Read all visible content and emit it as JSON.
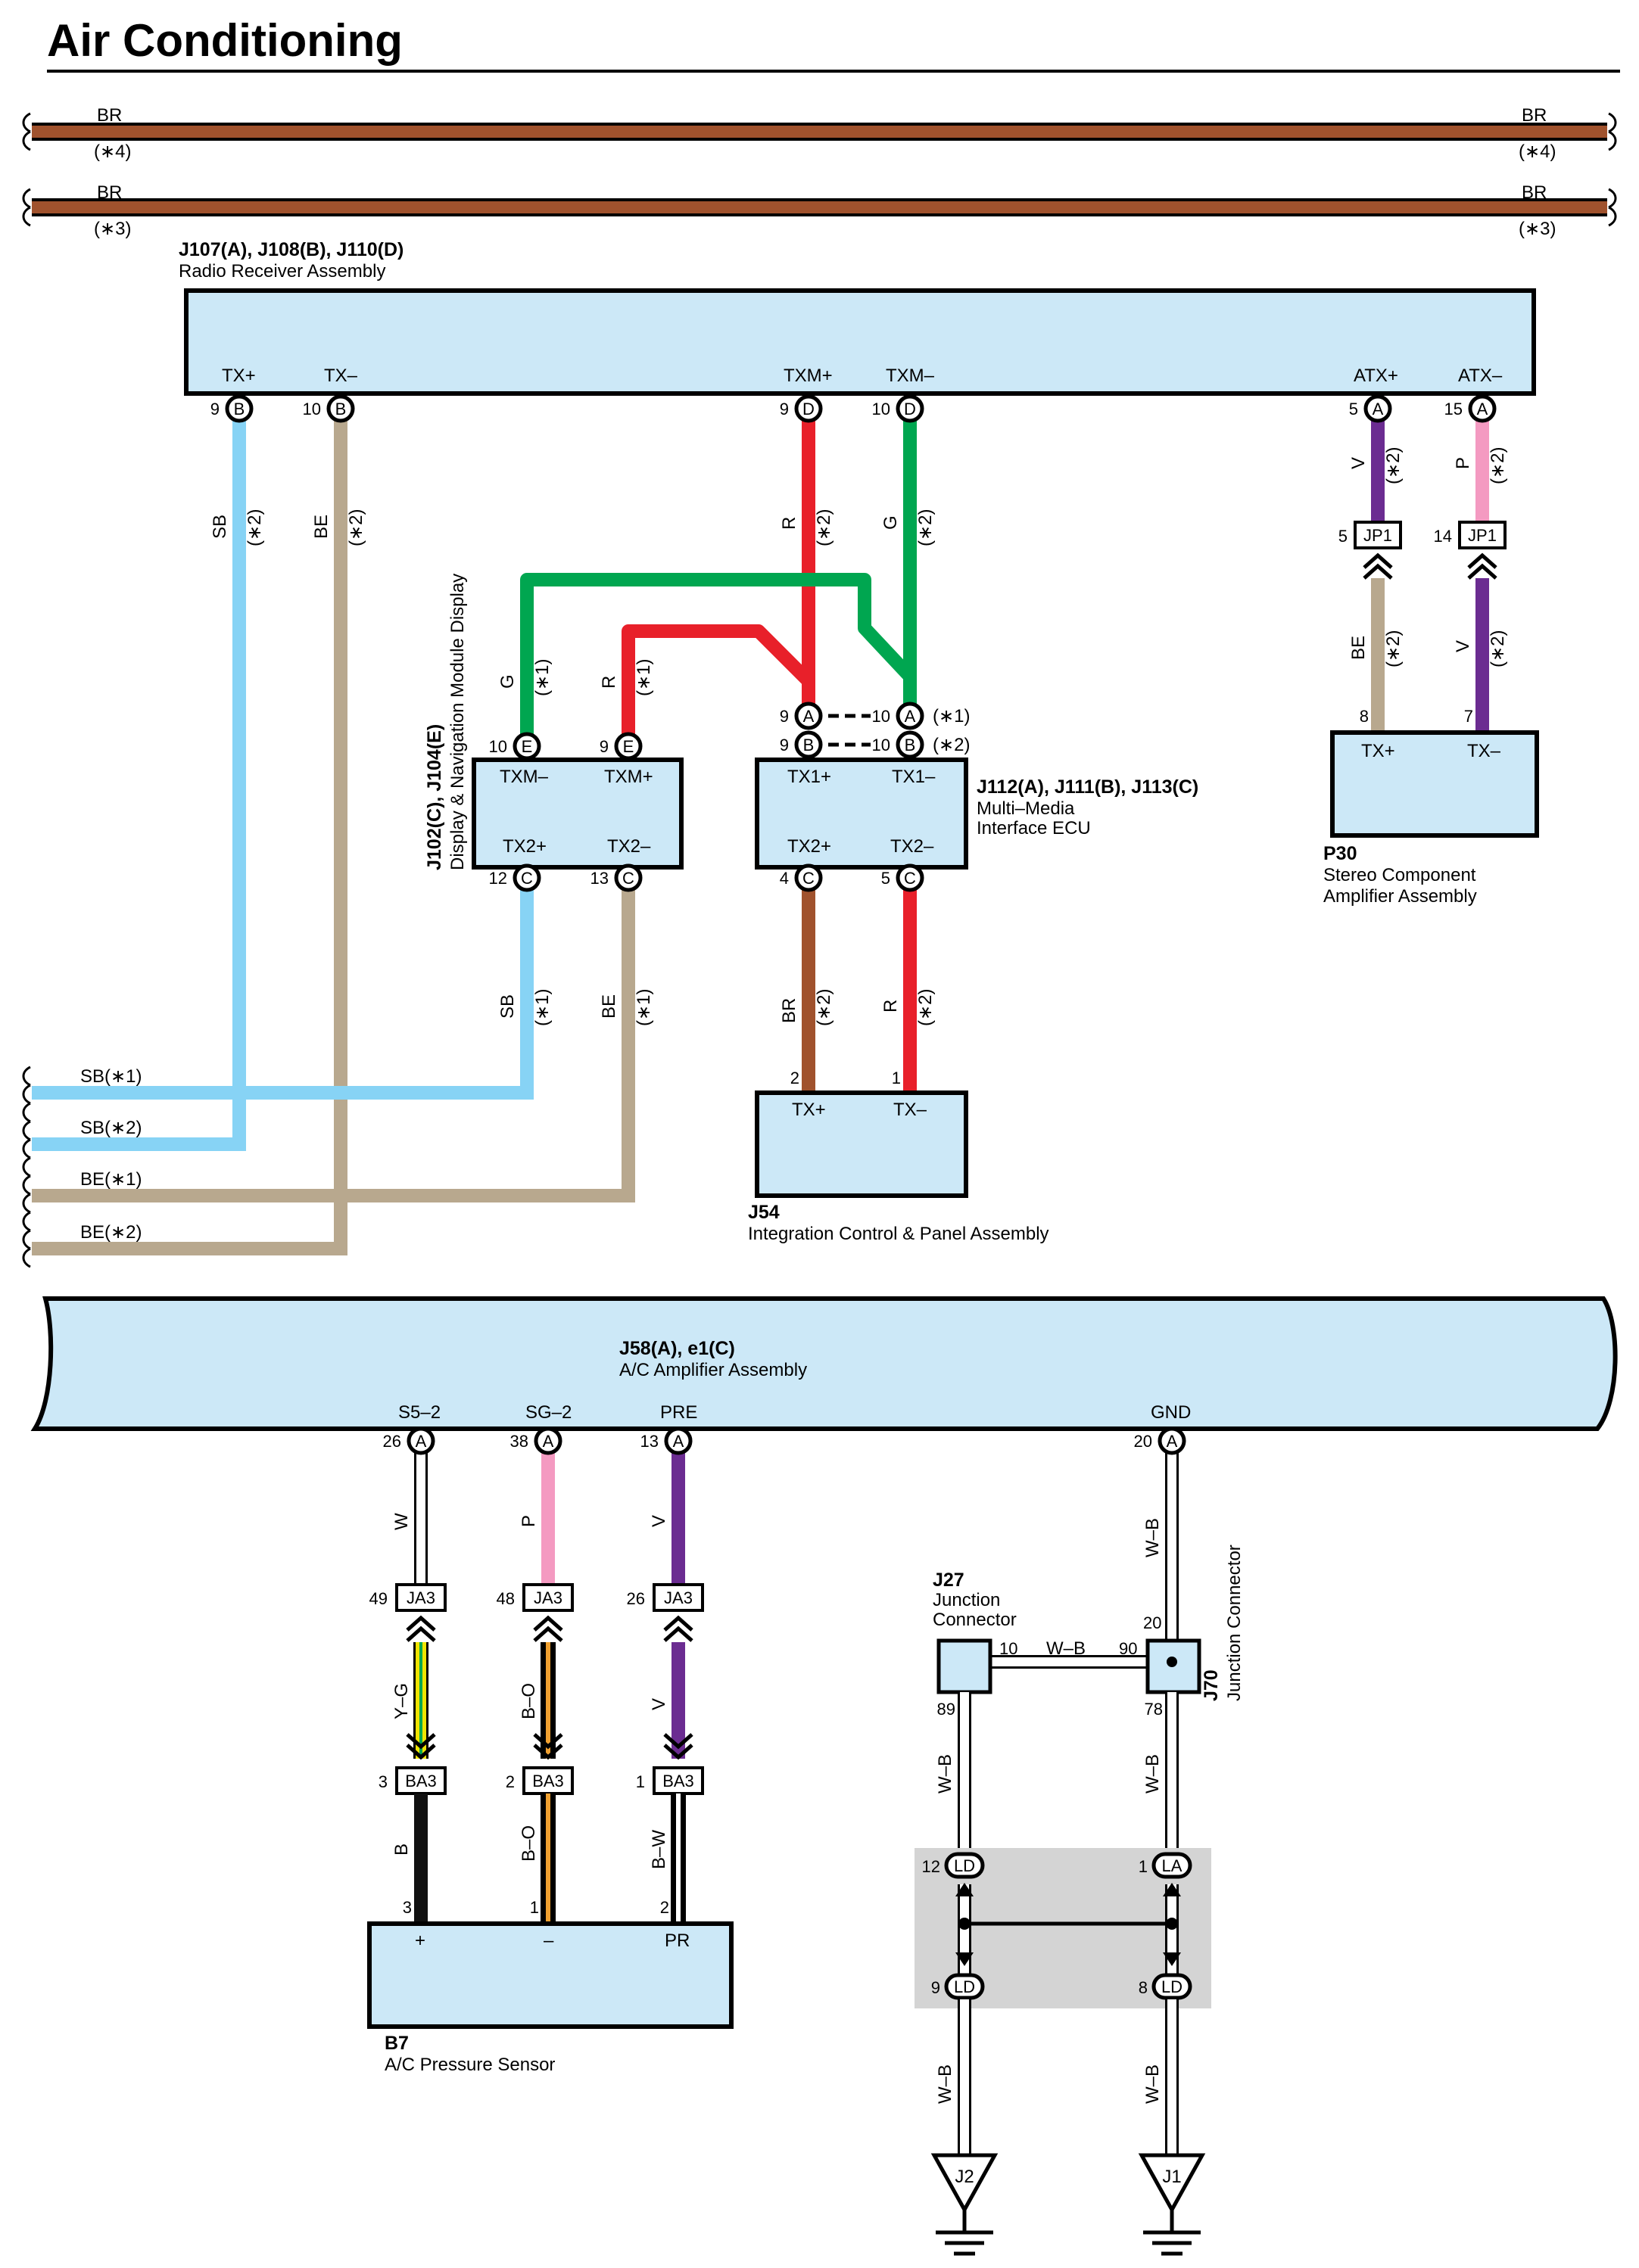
{
  "page": {
    "title": "Air Conditioning"
  },
  "colors": {
    "BR": "#a0522d",
    "SB": "#87d3f5",
    "BE": "#b8a88e",
    "R": "#e8202a",
    "G": "#00a650",
    "V": "#6b2c91",
    "P": "#f49ac1",
    "W": "#ffffff",
    "Y": "#f0e400",
    "O": "#f0a030",
    "B": "#111111",
    "component_fill": "#cce8f7",
    "splice_box": "#d4d4d4"
  },
  "top_wires": [
    {
      "label": "BR",
      "note": "(∗4)"
    },
    {
      "label": "BR",
      "note": "(∗3)"
    }
  ],
  "radio": {
    "code": "J107(A), J108(B), J110(D)",
    "name": "Radio Receiver Assembly",
    "pins": [
      {
        "label": "TX+",
        "num": "9",
        "conn": "B"
      },
      {
        "label": "TX–",
        "num": "10",
        "conn": "B"
      },
      {
        "label": "TXM+",
        "num": "9",
        "conn": "D"
      },
      {
        "label": "TXM–",
        "num": "10",
        "conn": "D"
      },
      {
        "label": "ATX+",
        "num": "5",
        "conn": "A"
      },
      {
        "label": "ATX–",
        "num": "15",
        "conn": "A"
      }
    ]
  },
  "wire_labels": {
    "sb2": {
      "color": "SB",
      "note": "(∗2)"
    },
    "be2": {
      "color": "BE",
      "note": "(∗2)"
    },
    "r2": {
      "color": "R",
      "note": "(∗2)"
    },
    "g2": {
      "color": "G",
      "note": "(∗2)"
    },
    "v2": {
      "color": "V",
      "note": "(∗2)"
    },
    "p2": {
      "color": "P",
      "note": "(∗2)"
    },
    "be2b": {
      "color": "BE",
      "note": "(∗2)"
    },
    "v2b": {
      "color": "V",
      "note": "(∗2)"
    },
    "g1": {
      "color": "G",
      "note": "(∗1)"
    },
    "r1": {
      "color": "R",
      "note": "(∗1)"
    },
    "sb1": {
      "color": "SB",
      "note": "(∗1)"
    },
    "be1": {
      "color": "BE",
      "note": "(∗1)"
    },
    "br2": {
      "color": "BR",
      "note": "(∗2)"
    },
    "r2b": {
      "color": "R",
      "note": "(∗2)"
    }
  },
  "jp1": {
    "conn": "JP1",
    "left": {
      "top_num": "5",
      "bottom_num": "8"
    },
    "right": {
      "top_num": "14",
      "bottom_num": "7"
    }
  },
  "amp": {
    "code": "P30",
    "name_line1": "Stereo Component",
    "name_line2": "Amplifier Assembly",
    "pins": [
      "TX+",
      "TX–"
    ]
  },
  "display": {
    "code": "J102(C), J104(E)",
    "name": "Display & Navigation Module Display",
    "pins_top": [
      {
        "label": "TXM–",
        "num": "10",
        "conn": "E"
      },
      {
        "label": "TXM+",
        "num": "9",
        "conn": "E"
      }
    ],
    "pins_bottom": [
      {
        "label": "TX2+",
        "num": "12",
        "conn": "C"
      },
      {
        "label": "TX2–",
        "num": "13",
        "conn": "C"
      }
    ]
  },
  "mmi": {
    "code": "J112(A), J111(B), J113(C)",
    "name_line1": "Multi–Media",
    "name_line2": "Interface ECU",
    "pins_top": [
      {
        "label": "TX1+",
        "num_a": "9",
        "conn_a": "A",
        "num_b": "9",
        "conn_b": "B"
      },
      {
        "label": "TX1–",
        "num_a": "10",
        "conn_a": "A",
        "num_b": "10",
        "conn_b": "B"
      }
    ],
    "alt_notes": [
      "(∗1)",
      "(∗2)"
    ],
    "pins_bottom": [
      {
        "label": "TX2+",
        "num": "4",
        "conn": "C"
      },
      {
        "label": "TX2–",
        "num": "5",
        "conn": "C"
      }
    ]
  },
  "integration": {
    "code": "J54",
    "name": "Integration Control & Panel Assembly",
    "pins": [
      {
        "label": "TX+",
        "num": "2"
      },
      {
        "label": "TX–",
        "num": "1"
      }
    ]
  },
  "left_wires": [
    "SB(∗1)",
    "SB(∗2)",
    "BE(∗1)",
    "BE(∗2)"
  ],
  "ac_amp": {
    "code": "J58(A), e1(C)",
    "name": "A/C Amplifier Assembly",
    "pins": [
      {
        "label": "S5–2",
        "num": "26",
        "conn": "A"
      },
      {
        "label": "SG–2",
        "num": "38",
        "conn": "A"
      },
      {
        "label": "PRE",
        "num": "13",
        "conn": "A"
      },
      {
        "label": "GND",
        "num": "20",
        "conn": "A"
      }
    ]
  },
  "sensor_wires": {
    "upper": [
      "W",
      "P",
      "V"
    ],
    "middle": [
      "Y–G",
      "B–O",
      "V"
    ],
    "lower": [
      "B",
      "B–O",
      "B–W"
    ]
  },
  "ja3": {
    "conn": "JA3",
    "nums": [
      "49",
      "48",
      "26"
    ]
  },
  "ba3": {
    "conn": "BA3",
    "nums": [
      "3",
      "2",
      "1"
    ]
  },
  "sensor": {
    "code": "B7",
    "name": "A/C Pressure Sensor",
    "pins": [
      {
        "label": "+",
        "num": "3"
      },
      {
        "label": "–",
        "num": "1"
      },
      {
        "label": "PR",
        "num": "2"
      }
    ]
  },
  "j27": {
    "code": "J27",
    "name_line1": "Junction",
    "name_line2": "Connector",
    "pin_right": "10",
    "pin_bottom": "89"
  },
  "j70": {
    "code": "J70",
    "name": "Junction Connector",
    "pin_left": "90",
    "pin_top": "20",
    "pin_bottom": "78"
  },
  "ground_wires": {
    "gnd": "W–B",
    "link": "W–B",
    "j27_down": "W–B",
    "j70_down": "W–B",
    "j2_down": "W–B",
    "j1_down": "W–B"
  },
  "splice": {
    "tl": {
      "num": "12",
      "conn": "LD"
    },
    "tr": {
      "num": "1",
      "conn": "LA"
    },
    "bl": {
      "num": "9",
      "conn": "LD"
    },
    "br": {
      "num": "8",
      "conn": "LD"
    }
  },
  "grounds": [
    "J2",
    "J1"
  ]
}
